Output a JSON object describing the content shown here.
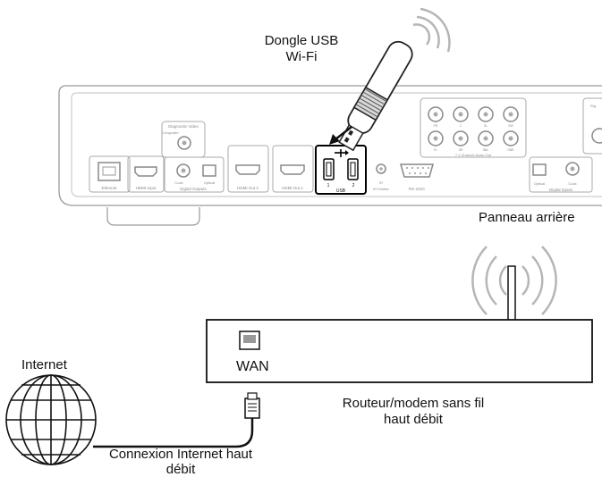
{
  "labels": {
    "dongle_line1": "Dongle USB",
    "dongle_line2": "Wi-Fi",
    "rear_panel": "Panneau arrière",
    "wan": "WAN",
    "internet": "Internet",
    "router_line1": "Routeur/modem sans fil",
    "router_line2": "haut débit",
    "connection_line1": "Connexion Internet haut",
    "connection_line2": "débit"
  },
  "panel_labels": {
    "diagnostic_video": "Diagnostic Video",
    "composite": "Composite",
    "ethernet": "Ethernet",
    "hdmi_input": "HDMI Input",
    "coax": "Coax",
    "optical": "Optical",
    "digital_outputs": "Digital Outputs",
    "hdmi_out_2": "HDMI Out 2",
    "hdmi_out_1": "HDMI Out 1",
    "usb": "USB",
    "usb_1": "1",
    "usb_2": "2",
    "ir": "IR",
    "ir_emitter": "IR Emitter",
    "rs232c": "RS-232C",
    "audio_out": "7.1 Channel Audio Out",
    "fl": "FL",
    "sr": "SR",
    "sbl": "SBL",
    "sbr": "SBR",
    "fr": "FR",
    "c": "C",
    "sl": "SL",
    "sw": "SW",
    "optical_in": "Optical",
    "coax_in": "Coax",
    "digital_inputs": "Digital Inputs",
    "rig": "Rig"
  },
  "colors": {
    "line": "#1a1a1a",
    "panel_stroke": "#9a9a9a",
    "panel_fill": "#ffffff",
    "usb_highlight": "#000000",
    "wifi_arcs": "#b5b5b5"
  }
}
